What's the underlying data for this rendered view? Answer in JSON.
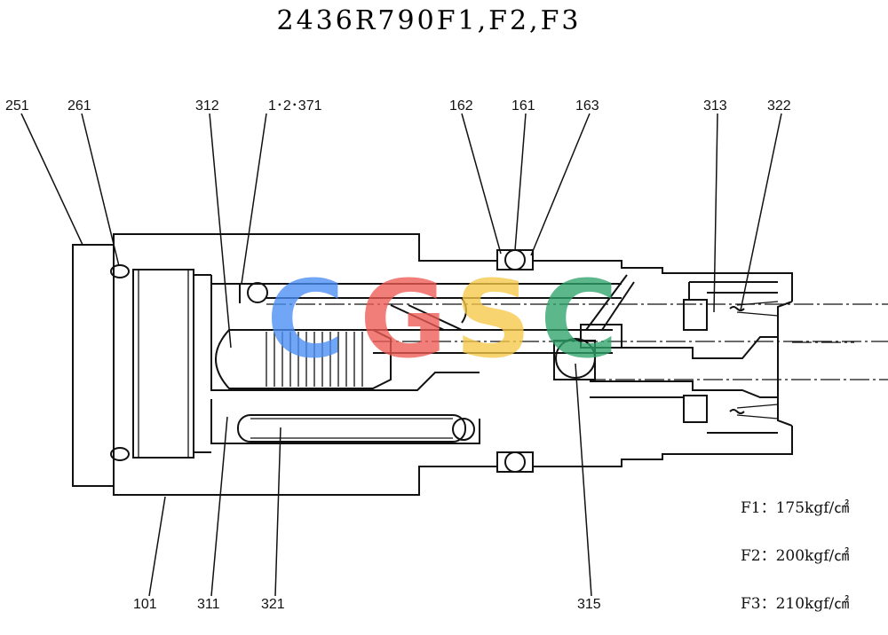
{
  "title": "2436R790F1,F2,F3",
  "labels": {
    "l251": "251",
    "l261": "261",
    "l312": "312",
    "l371": "1･2･371",
    "l162": "162",
    "l161": "161",
    "l163": "163",
    "l313": "313",
    "l322": "322",
    "l101": "101",
    "l311": "311",
    "l321": "321",
    "l315": "315"
  },
  "specs": {
    "f1": "F1：175kgf/㎠",
    "f2": "F2：200kgf/㎠",
    "f3": "F3：210kgf/㎠"
  },
  "watermark": {
    "letters": [
      "C",
      "G",
      "S",
      "C"
    ],
    "colors": [
      "#4a8ef5",
      "#ef5a55",
      "#f7c948",
      "#2fa36b"
    ]
  }
}
